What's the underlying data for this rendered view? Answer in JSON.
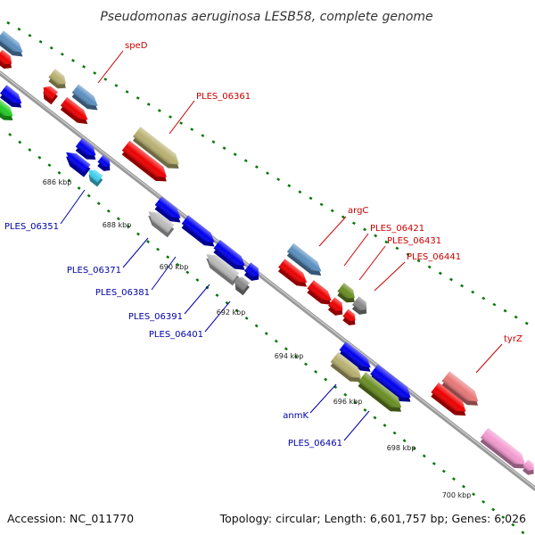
{
  "title": "Pseudomonas aeruginosa LESB58, complete genome",
  "footer": {
    "accession": "Accession: NC_011770",
    "summary": "Topology: circular; Length: 6,601,757 bp; Genes: 6,026"
  },
  "ticks": [
    "686 kbp",
    "688 kbp",
    "690 kbp",
    "692 kbp",
    "694 kbp",
    "696 kbp",
    "698 kbp",
    "700 kbp"
  ],
  "labels_forward": [
    "speD",
    "PLES_06361",
    "argC",
    "PLES_06421",
    "PLES_06431",
    "PLES_06441",
    "tyrZ"
  ],
  "labels_reverse": [
    "PLES_06351",
    "PLES_06371",
    "PLES_06381",
    "PLES_06391",
    "PLES_06401",
    "anmK",
    "PLES_06461"
  ],
  "colors": {
    "gene_red": "#ee0000",
    "gene_blue": "#0000ee",
    "gene_steelblue": "#5a8fc0",
    "gene_khaki": "#b8b070",
    "gene_olive": "#6a8e23",
    "gene_gray": "#888888",
    "gene_lightgray": "#bbbbbb",
    "gene_salmon": "#e87878",
    "gene_pink": "#f39ad0",
    "gene_cyan": "#40d0f0",
    "gene_green": "#22cc22",
    "label_red": "#cc0000",
    "label_blue": "#0000aa",
    "tick_green": "#007700",
    "backbone": "#888888"
  }
}
